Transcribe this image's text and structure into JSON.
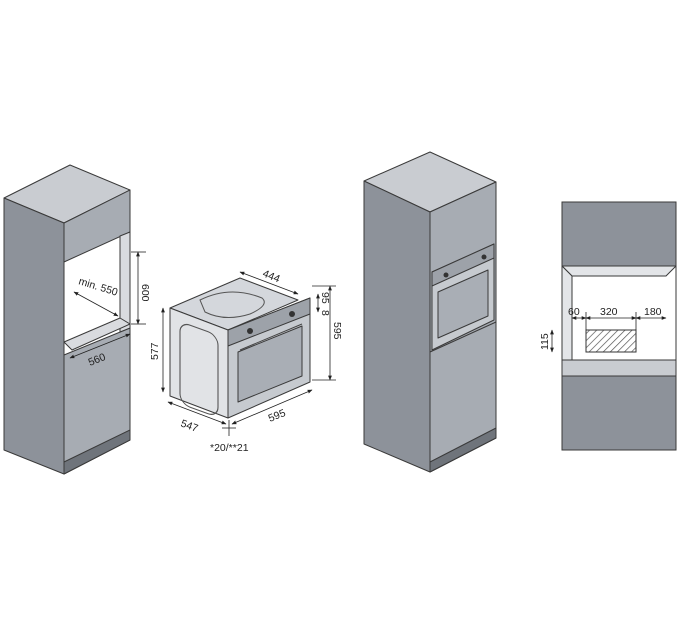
{
  "colors": {
    "cabinet_front": "#8d929a",
    "cabinet_side": "#a7acb3",
    "cabinet_top": "#c9ccd1",
    "cavity": "#ffffff",
    "oven_body": "#d4d7dc",
    "oven_glass": "#a9aeb5",
    "outline": "#3a3a3a",
    "hatch": "#555555"
  },
  "diagram1": {
    "label_depth_min": "min. 550",
    "label_height": "600",
    "label_width": "560"
  },
  "diagram2": {
    "label_top_depth": "444",
    "label_gap_small": "8",
    "label_gap_top": "95",
    "label_front_height": "595",
    "label_side_height": "577",
    "label_side_depth": "547",
    "label_front_width": "595",
    "label_note": "*20/**21"
  },
  "diagram3": {},
  "diagram4": {
    "label_left": "60",
    "label_mid": "320",
    "label_right": "180",
    "label_height": "115"
  }
}
